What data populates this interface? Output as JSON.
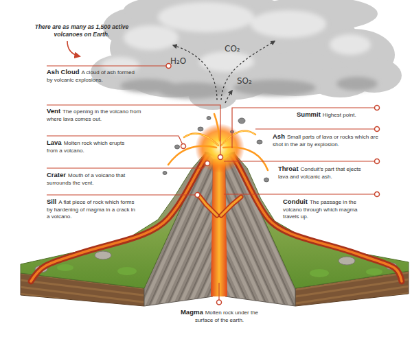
{
  "diagram": {
    "labels": [
      "There are as many as 1,500 active volcanoes on Earth.",
      "H₂O",
      "CO₂",
      "SO₂",
      "Ash Cloud",
      "A cloud of ash formed by volcanic explosions.",
      "Vent",
      "The opening in the volcano from where lava comes out.",
      "Lava",
      "Molten rock which erupts from a volcano.",
      "Crater",
      "Mouth of a volcano that surrounds the vent.",
      "Sill",
      "A flat piece of rock which forms by hardening of magma in a crack in a volcano.",
      "Summit",
      "Highest point.",
      "Ash",
      "Small parts of lava or rocks which are shot in the air by explosion.",
      "Throat",
      "Conduit’s part that ejects lava and volcanic ash.",
      "Conduit",
      "The passage in the volcano through which magma travels up.",
      "Magma",
      "Molten rock under the surface of the earth."
    ]
  }
}
